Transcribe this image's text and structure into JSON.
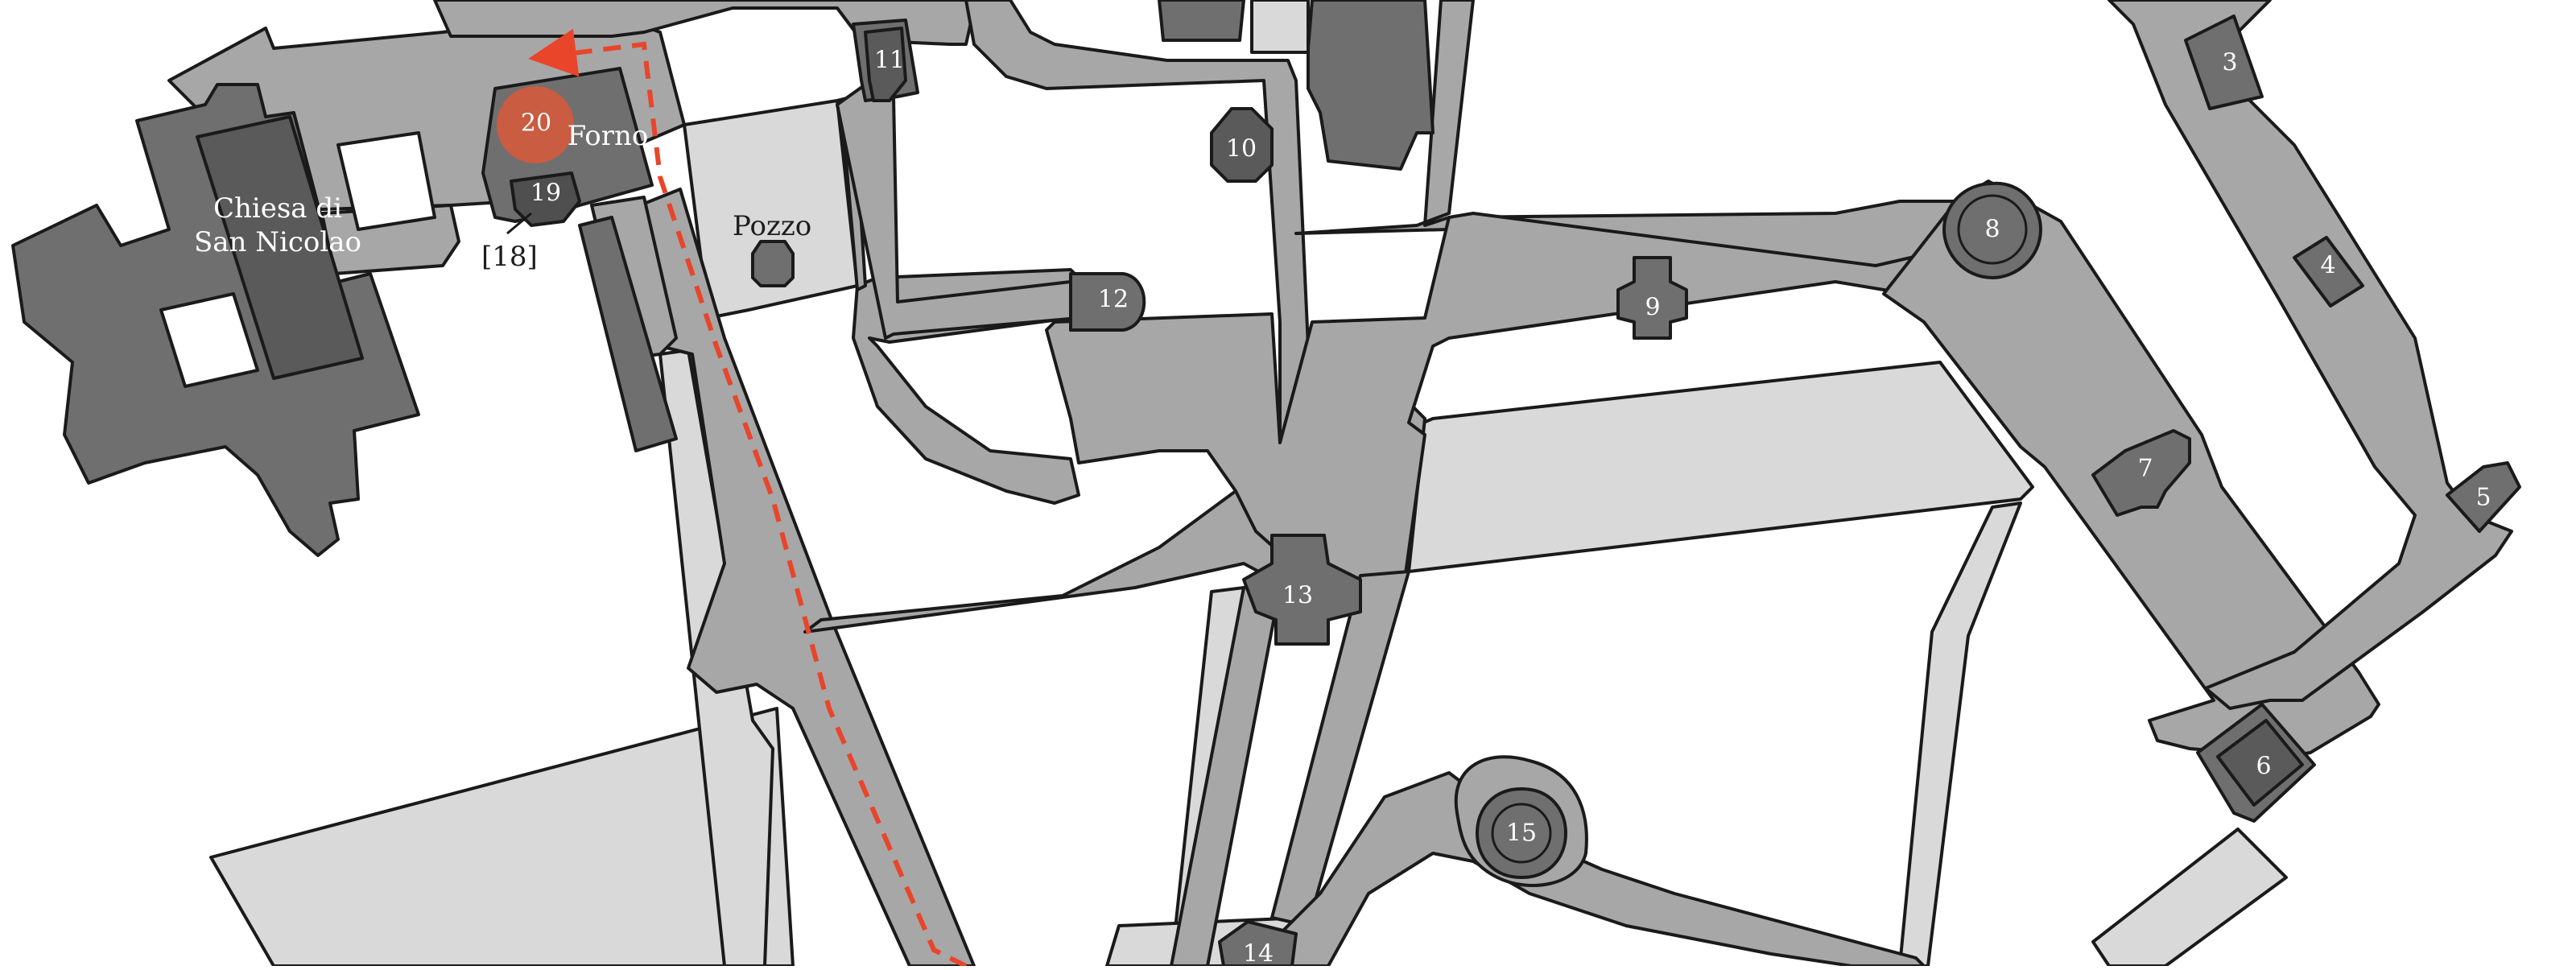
{
  "map": {
    "colors": {
      "path": "#a7a7a7",
      "open_area": "#d9d9d9",
      "building": "#6f6f6f",
      "building_dark": "#4f4f4f",
      "stroke": "#1a1a1a",
      "route": "#e8452a",
      "highlight": "#d9593a",
      "background": "#ffffff"
    },
    "labels": {
      "church_line1": "Chiesa di",
      "church_line2": "San Nicolao",
      "forno": "Forno",
      "pozzo": "Pozzo",
      "bracket_18": "[18]"
    },
    "markers": {
      "m3": "3",
      "m4": "4",
      "m5": "5",
      "m6": "6",
      "m7": "7",
      "m8": "8",
      "m9": "9",
      "m10": "10",
      "m11": "11",
      "m12": "12",
      "m13": "13",
      "m14": "14",
      "m15": "15",
      "m19": "19",
      "m20": "20"
    },
    "highlighted_marker": "20",
    "route_style": "dashed"
  }
}
